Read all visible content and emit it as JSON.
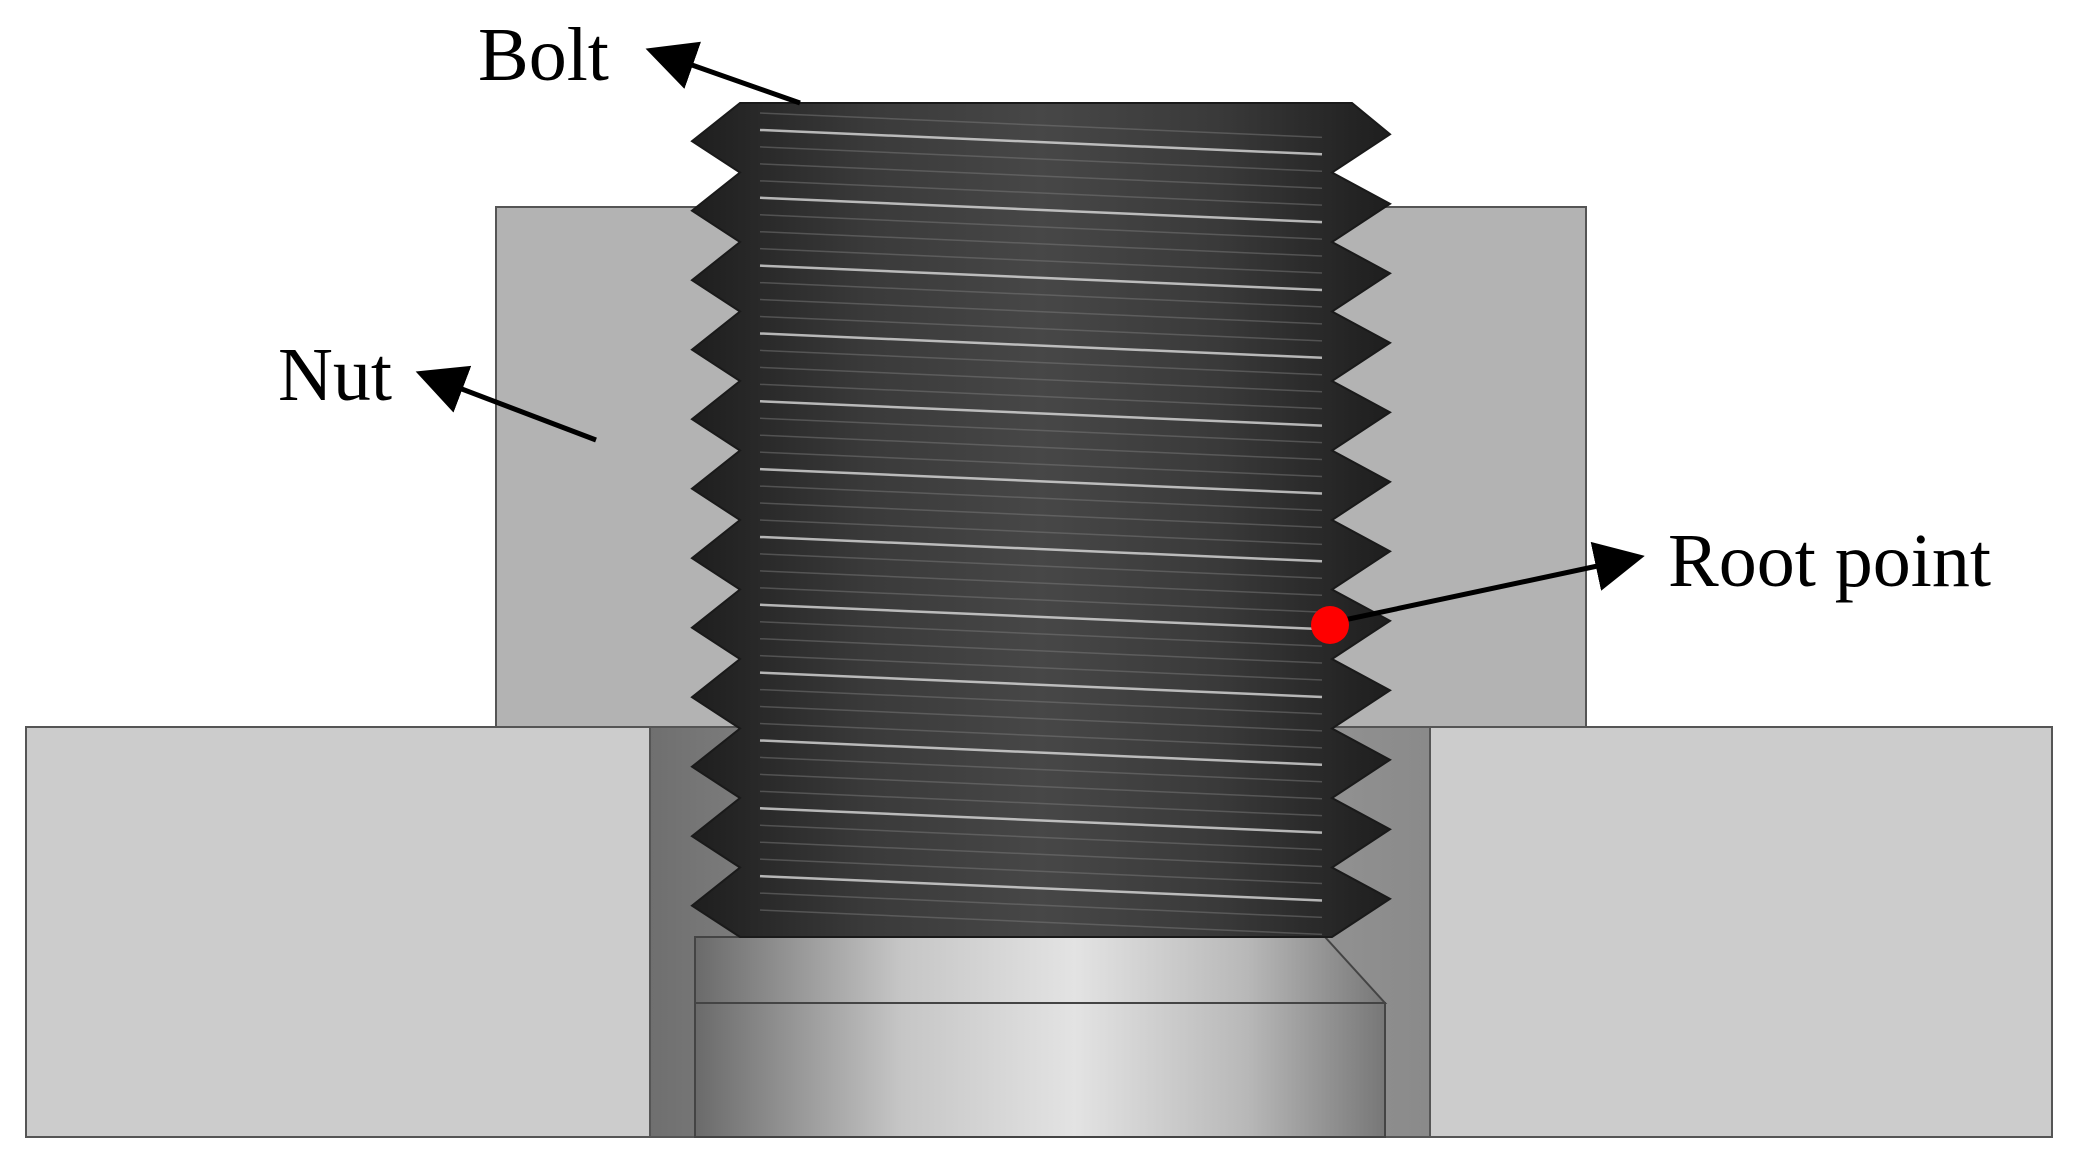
{
  "labels": {
    "bolt": "Bolt",
    "nut": "Nut",
    "root_point": "Root point"
  },
  "colors": {
    "background": "#ffffff",
    "nut_fill": "#b3b3b3",
    "plate_fill": "#cccccc",
    "bore_fill": "#8f8f8f",
    "bolt_dark": "#2b2b2b",
    "bolt_highlight": "#e6e6e6",
    "shank_light": "#dcdcdc",
    "root_point": "#ff0000",
    "arrow": "#000000"
  },
  "thread": {
    "pitch_count_visible": 12
  }
}
